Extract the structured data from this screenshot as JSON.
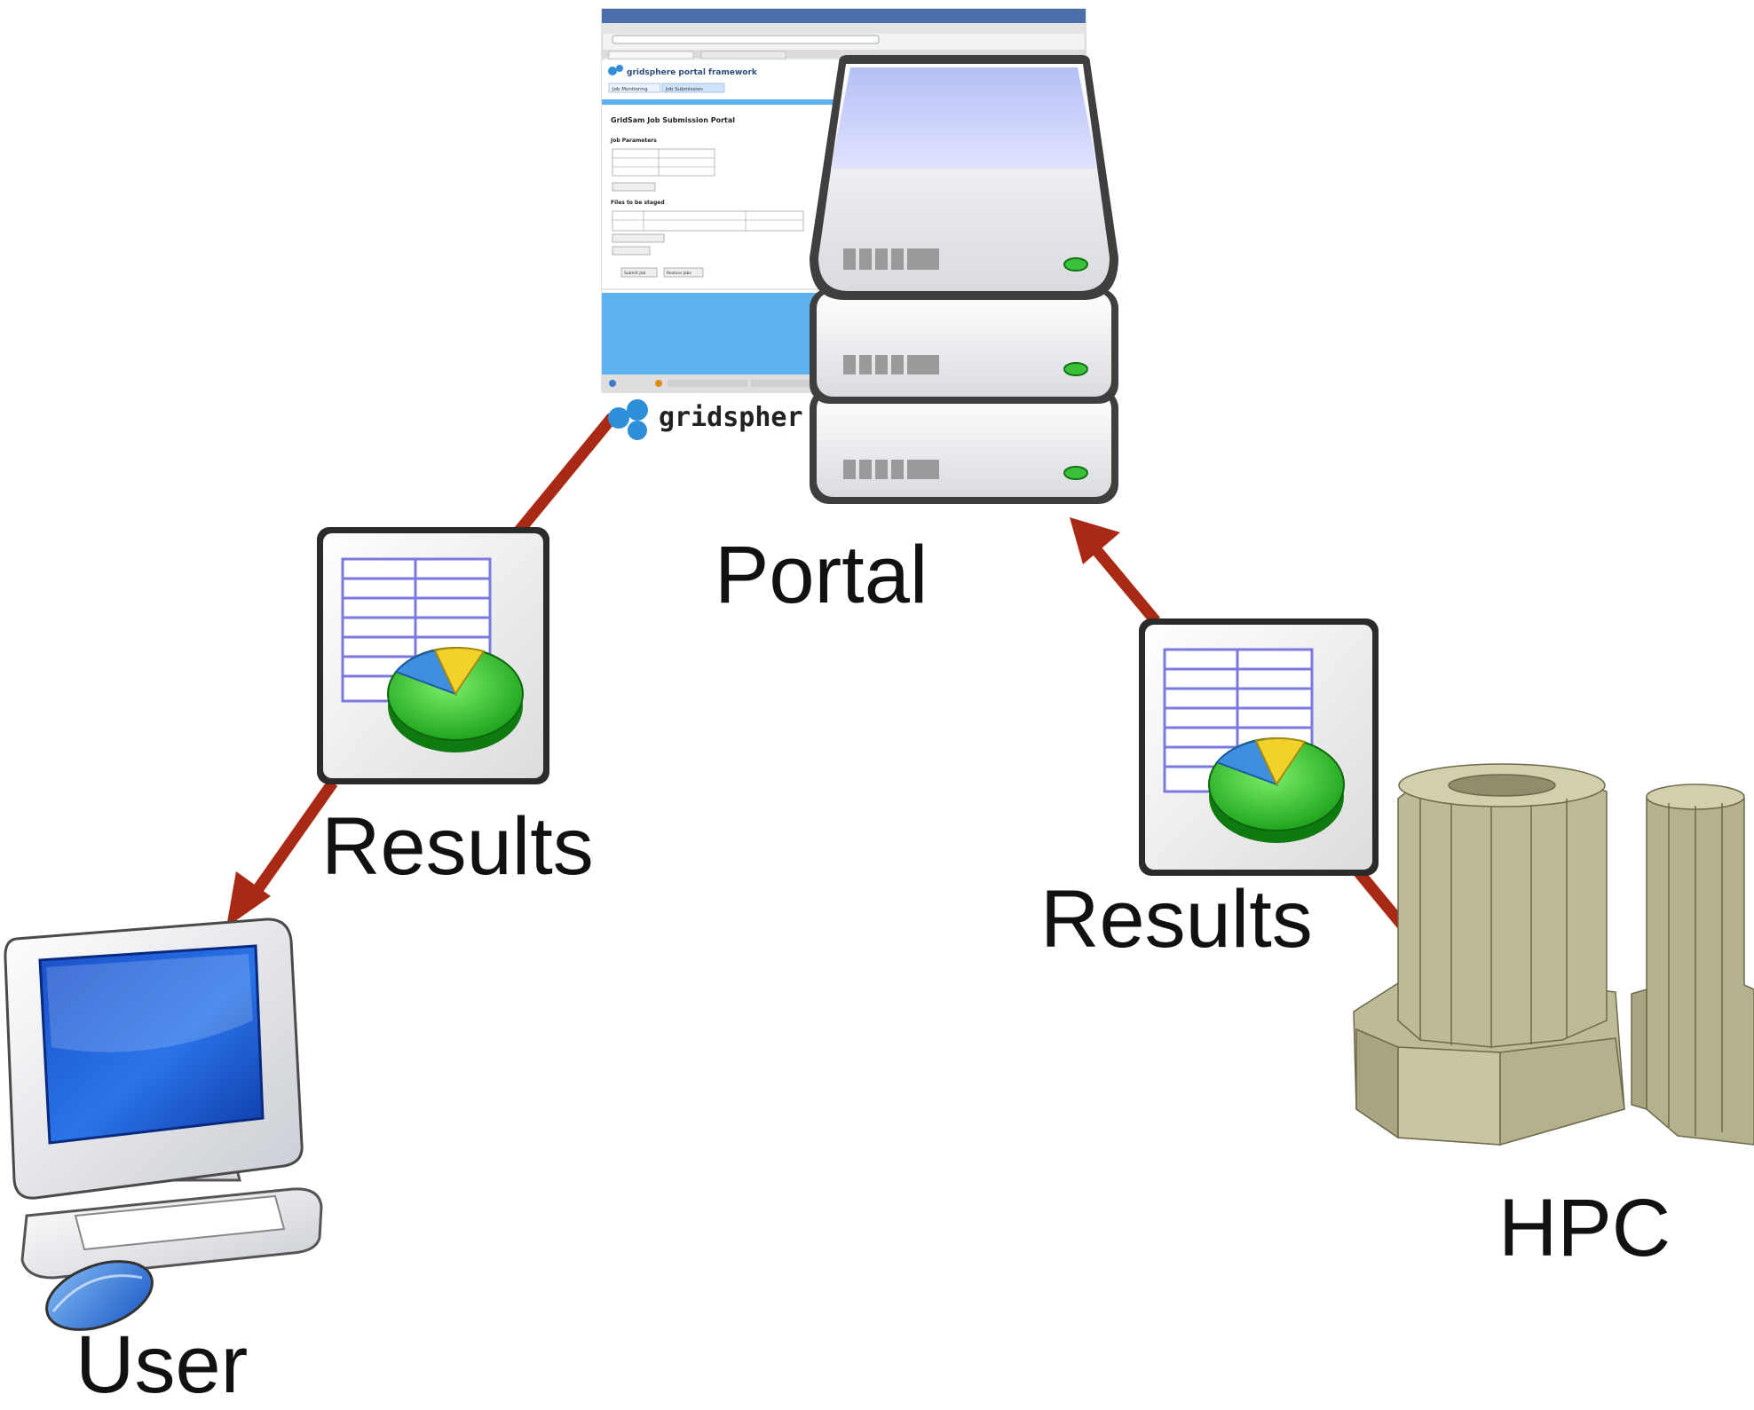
{
  "labels": {
    "portal": "Portal",
    "user": "User",
    "hpc": "HPC",
    "results_left": "Results",
    "results_right": "Results"
  },
  "portal_screenshot": {
    "brand": "gridsphere portal framework",
    "tabs": [
      "Job Monitoring",
      "Job Submission"
    ],
    "heading": "GridSam Job Submission Portal",
    "section_job": "Job Parameters",
    "section_files": "Files to be staged",
    "button_submit": "Submit Job",
    "button_reset": "Restore Jobs",
    "logo_text": "gridspher"
  },
  "icons": {
    "server": "server-stack-icon",
    "user_computer": "desktop-computer-icon",
    "hpc": "hpc-cluster-icon",
    "results": "spreadsheet-chart-icon",
    "logo": "gridsphere-logo-icon"
  },
  "colors": {
    "arrow": "#a82a14",
    "pie_green": "#1fbf1f",
    "pie_blue": "#3f8fe0",
    "pie_yellow": "#f2d12a",
    "hpc_fill": "#bdbb96",
    "screen_blue": "#1d5fd6",
    "portal_blue": "#5eb2f0"
  }
}
